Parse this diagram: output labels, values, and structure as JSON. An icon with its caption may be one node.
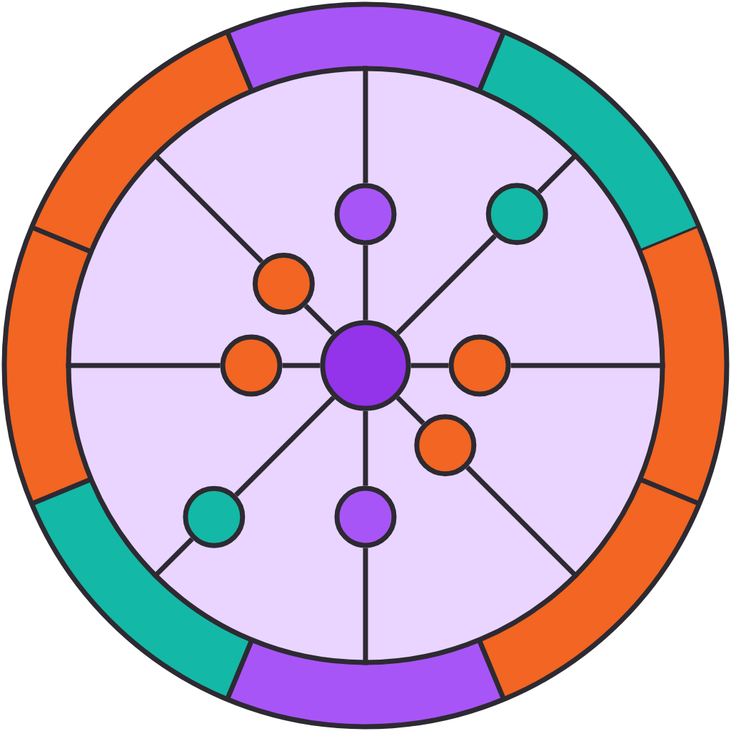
{
  "diagram": {
    "nodes": [
      {
        "text": [],
        "shape": "circle"
      },
      {
        "text": [],
        "shape": "circle",
        "in": 0
      },
      {
        "text": [],
        "shape": "circle",
        "in": 1
      },
      {
        "text": [],
        "shape": "circle",
        "in": 1
      },
      {
        "text": [],
        "shape": "circle",
        "in": 1
      },
      {
        "text": [],
        "shape": "circle",
        "in": 1
      },
      {
        "text": [],
        "shape": "circle",
        "in": 1
      },
      {
        "text": [],
        "shape": "circle",
        "in": 1
      },
      {
        "text": [],
        "shape": "circle",
        "in": 1
      },
      {
        "text": [],
        "shape": "circle",
        "in": 1
      },
      {
        "text": [],
        "shape": "circle",
        "in": 1
      }
    ],
    "edges": [
      {
        "from": 2,
        "to": 3,
        "arrow": "none"
      },
      {
        "from": 3,
        "to": 1,
        "arrow": "none"
      },
      {
        "from": 2,
        "to": 4,
        "arrow": "none"
      },
      {
        "from": 4,
        "to": 1,
        "arrow": "none"
      },
      {
        "from": 2,
        "to": 5,
        "arrow": "none"
      },
      {
        "from": 5,
        "to": 1,
        "arrow": "none"
      },
      {
        "from": 2,
        "to": 6,
        "arrow": "none"
      },
      {
        "from": 6,
        "to": 1,
        "arrow": "none"
      },
      {
        "from": 2,
        "to": 7,
        "arrow": "none"
      },
      {
        "from": 7,
        "to": 1,
        "arrow": "none"
      },
      {
        "from": 2,
        "to": 8,
        "arrow": "none"
      },
      {
        "from": 8,
        "to": 1,
        "arrow": "none"
      },
      {
        "from": 2,
        "to": 9,
        "arrow": "none"
      },
      {
        "from": 9,
        "to": 1,
        "arrow": "none"
      },
      {
        "from": 2,
        "to": 10,
        "arrow": "none"
      },
      {
        "from": 10,
        "to": 1,
        "arrow": "none"
      }
    ]
  }
}
